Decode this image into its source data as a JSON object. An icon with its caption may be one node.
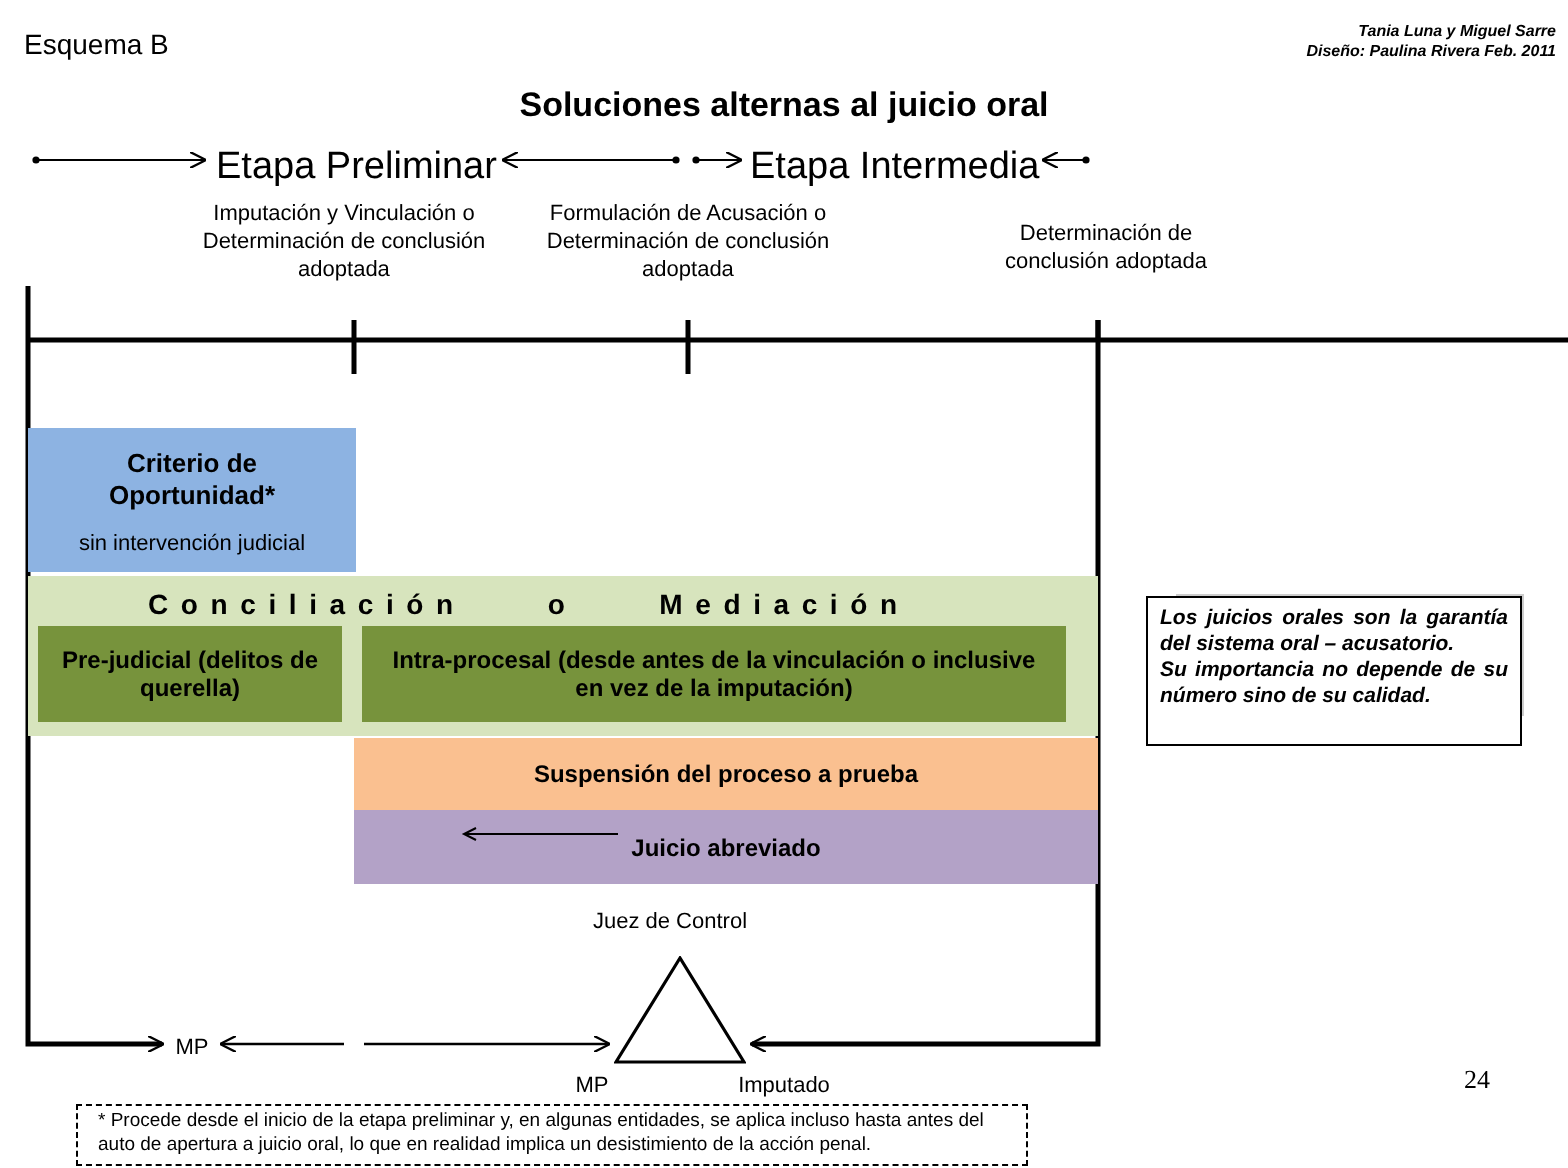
{
  "diagram": {
    "title": "Soluciones alternas al juicio oral",
    "nodes": [
      {
        "text": [
          "Criterio de Oportunidad*",
          "sin intervención judicial"
        ]
      },
      {
        "text": [
          "Conciliación o Mediación"
        ]
      },
      {
        "text": [
          "Pre-judicial (delitos de querella)"
        ],
        "in": 1
      },
      {
        "text": [
          "Intra-procesal (desde antes de la vinculación o inclusive en vez de la imputación)"
        ],
        "in": 1
      },
      {
        "text": [
          "Suspensión del proceso a prueba"
        ]
      },
      {
        "text": [
          "Juicio abreviado"
        ]
      },
      {
        "text": [
          "Los juicios orales son la garantía del sistema oral – acusatorio.",
          "Su importancia no depende de su número sino de su calidad."
        ]
      },
      {
        "text": [],
        "shape": "triangle",
        "beside": [
          "Juez de Control",
          "MP",
          "Imputado"
        ]
      },
      {
        "text": [
          "MP"
        ]
      },
      {
        "text": [
          "* Procede desde el inicio de la etapa preliminar y, en algunas entidades, se aplica incluso hasta antes del auto de apertura a juicio oral, lo que en realidad implica un desistimiento de la acción penal."
        ]
      }
    ],
    "edges": [
      {
        "from": null,
        "to": 8,
        "arrow": "to"
      },
      {
        "from": null,
        "to": 8,
        "arrow": "to"
      },
      {
        "from": null,
        "to": 7,
        "arrow": "to"
      },
      {
        "from": null,
        "to": 7,
        "arrow": "to"
      }
    ],
    "labels": [
      "Esquema B",
      "Tania Luna y Miguel Sarre",
      "Diseño: Paulina Rivera Feb. 2011",
      "Etapa Preliminar",
      "Etapa Intermedia",
      "Imputación y Vinculación o Determinación de conclusión adoptada",
      "Formulación de Acusación o Determinación de conclusión adoptada",
      "Determinación de conclusión adoptada",
      "24"
    ]
  }
}
